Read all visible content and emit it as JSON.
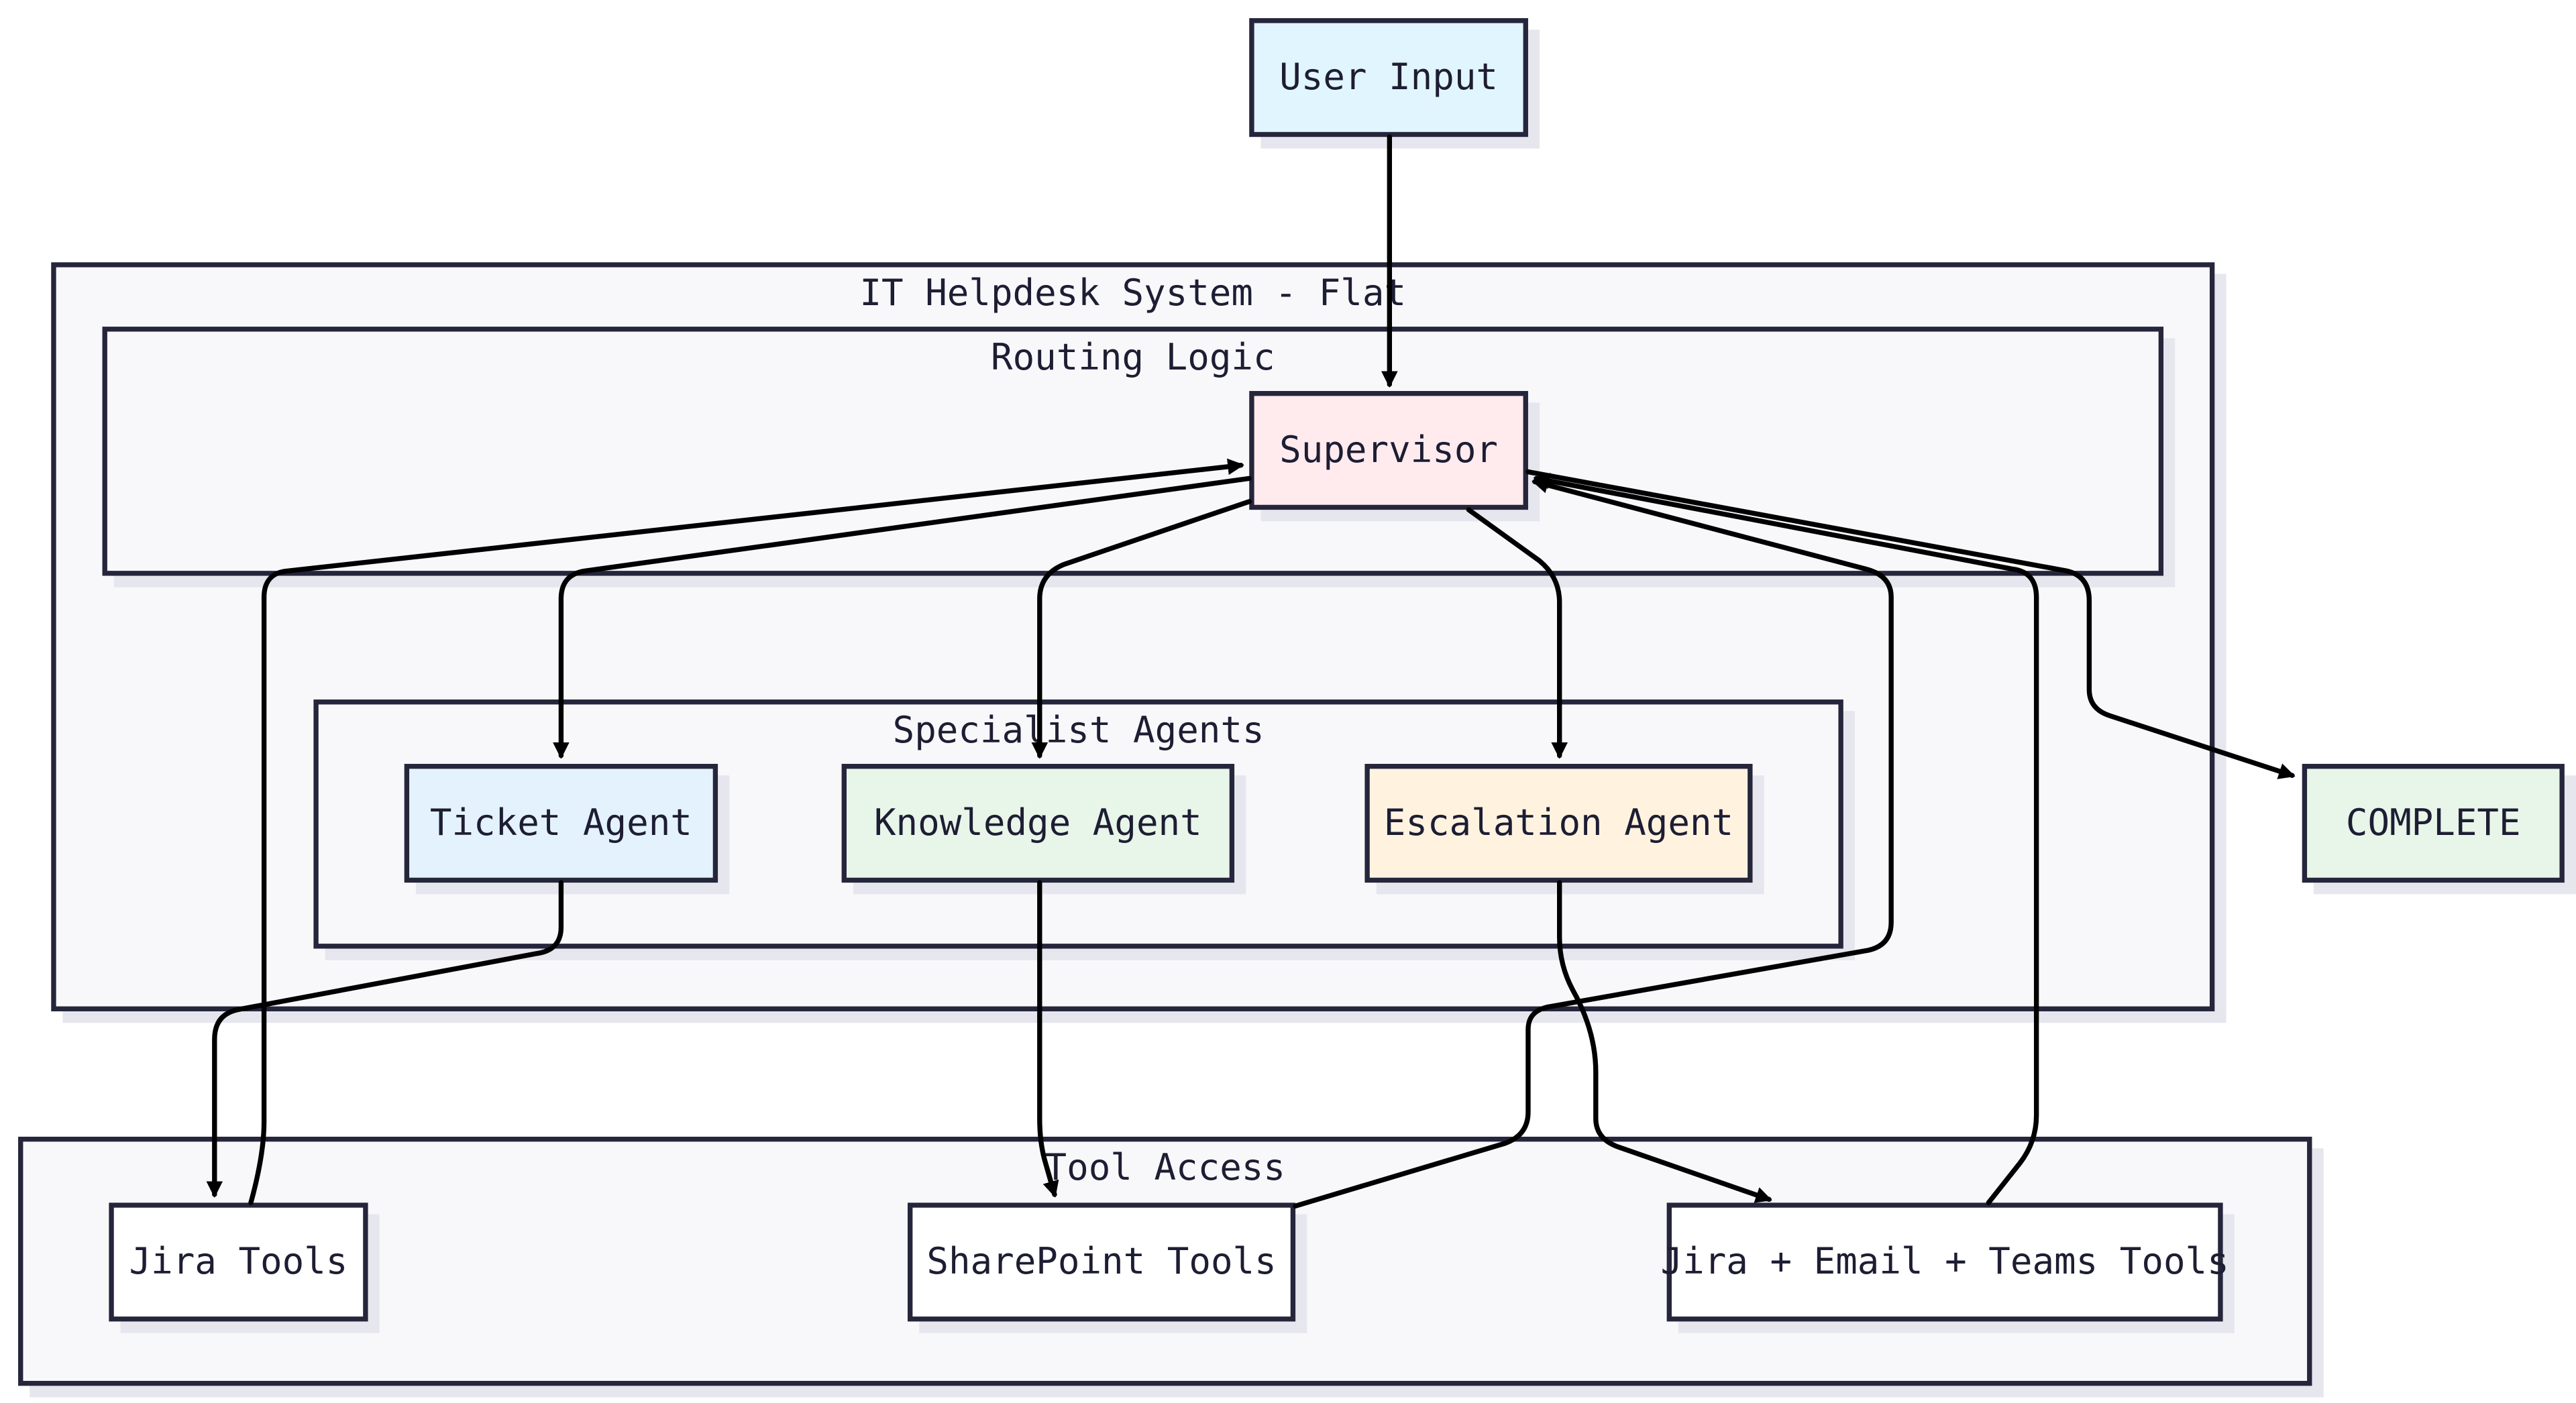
{
  "groups": {
    "system": "IT Helpdesk System - Flat",
    "routing": "Routing Logic",
    "specialists": "Specialist Agents",
    "tools": "Tool Access"
  },
  "nodes": {
    "user_input": "User Input",
    "supervisor": "Supervisor",
    "ticket_agent": "Ticket Agent",
    "knowledge_agent": "Knowledge Agent",
    "escalation_agent": "Escalation Agent",
    "complete": "COMPLETE",
    "jira_tools": "Jira Tools",
    "sharepoint_tools": "SharePoint Tools",
    "jira_email_teams_tools": "Jira + Email + Teams Tools"
  },
  "colors": {
    "border": "#25253b",
    "group_fill": "#f8f8fb",
    "user_input_fill": "#e1f5fe",
    "supervisor_fill": "#ffebee",
    "ticket_fill": "#e3f2fd",
    "knowledge_fill": "#e8f5e9",
    "escalation_fill": "#fff3e0",
    "complete_fill": "#e8f5e9",
    "tool_fill": "#ffffff"
  }
}
